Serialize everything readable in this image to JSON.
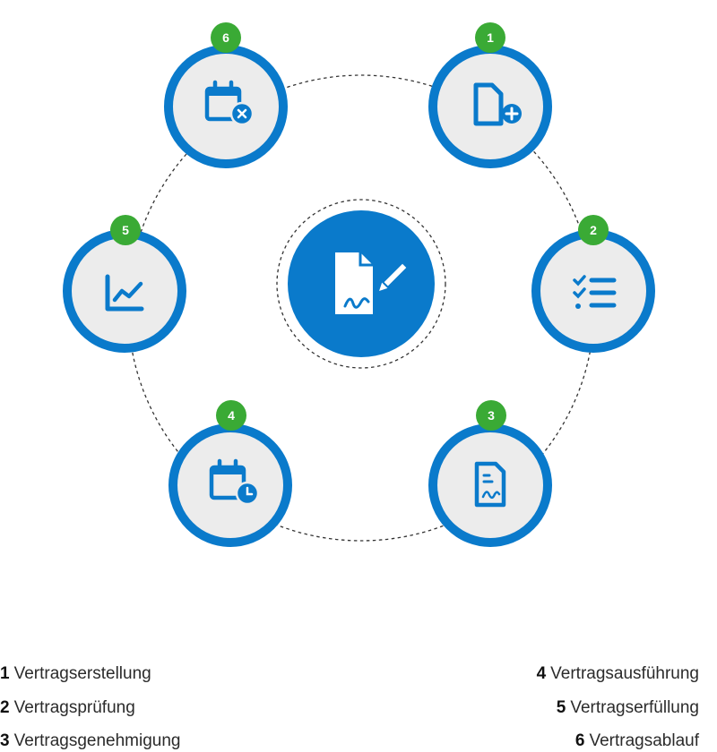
{
  "colors": {
    "ring": "#0a7acb",
    "node_fill": "#ececec",
    "badge": "#3aaa35",
    "icon": "#0a7acb",
    "center": "#0a7acb",
    "connector": "#333333"
  },
  "center": {
    "icon": "contract-signature-icon"
  },
  "steps": [
    {
      "number": "1",
      "label": "Vertragserstellung",
      "icon": "file-add-icon"
    },
    {
      "number": "2",
      "label": "Vertragsprüfung",
      "icon": "checklist-icon"
    },
    {
      "number": "3",
      "label": "Vertragsgenehmigung",
      "icon": "signed-document-icon"
    },
    {
      "number": "4",
      "label": "Vertragsausführung",
      "icon": "calendar-clock-icon"
    },
    {
      "number": "5",
      "label": "Vertragserfüllung",
      "icon": "line-chart-icon"
    },
    {
      "number": "6",
      "label": "Vertragsablauf",
      "icon": "calendar-cancel-icon"
    }
  ]
}
